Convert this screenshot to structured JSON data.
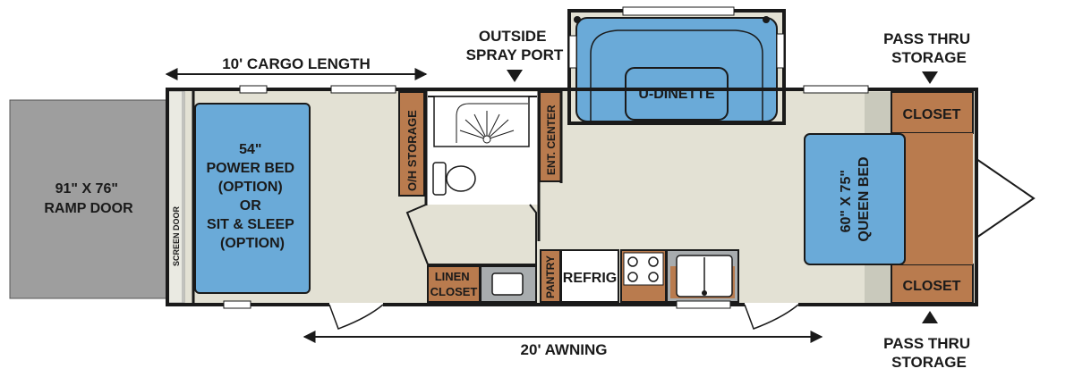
{
  "labels": {
    "cargo_length": "10' CARGO LENGTH",
    "outside_spray_port": [
      "OUTSIDE",
      "SPRAY PORT"
    ],
    "pass_thru_top": [
      "PASS THRU",
      "STORAGE"
    ],
    "pass_thru_bottom": [
      "PASS THRU",
      "STORAGE"
    ],
    "ramp_door": [
      "91\" X 76\"",
      "RAMP DOOR"
    ],
    "screen_door": "SCREEN DOOR",
    "power_bed": [
      "54\"",
      "POWER BED",
      "(OPTION)",
      "OR",
      "SIT & SLEEP",
      "(OPTION)"
    ],
    "oh_storage": "O/H STORAGE",
    "ent_center": "ENT. CENTER",
    "u_dinette": "U-DINETTE",
    "closet_top": "CLOSET",
    "closet_bottom": "CLOSET",
    "queen_bed": [
      "60\" X 75\"",
      "QUEEN BED"
    ],
    "linen_closet": [
      "LINEN",
      "CLOSET"
    ],
    "pantry": "PANTRY",
    "refrig": "REFRIG",
    "awning": "20' AWNING"
  },
  "colors": {
    "floor": "#e3e1d4",
    "wall": "#1a1a1a",
    "bed_blue": "#6aaad8",
    "cabinet_brown": "#b97b4e",
    "ramp_gray": "#9e9e9e",
    "counter_gray": "#a8acae",
    "light_gray": "#c9c9bc"
  }
}
